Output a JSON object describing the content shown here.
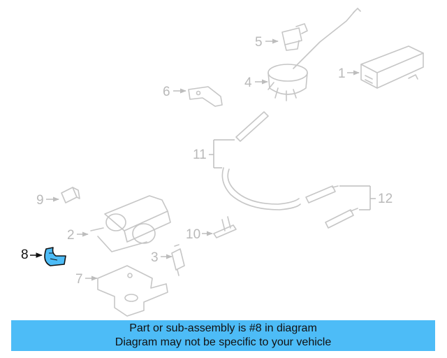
{
  "callouts": {
    "c1": "1",
    "c2": "2",
    "c3": "3",
    "c4": "4",
    "c5": "5",
    "c6": "6",
    "c7": "7",
    "c8": "8",
    "c9": "9",
    "c10": "10",
    "c11": "11",
    "c12": "12"
  },
  "highlight_color": "#4dbcf7",
  "banner": {
    "line1": "Part or sub-assembly is #8 in diagram",
    "line2": "Diagram may not be specific to your vehicle"
  }
}
